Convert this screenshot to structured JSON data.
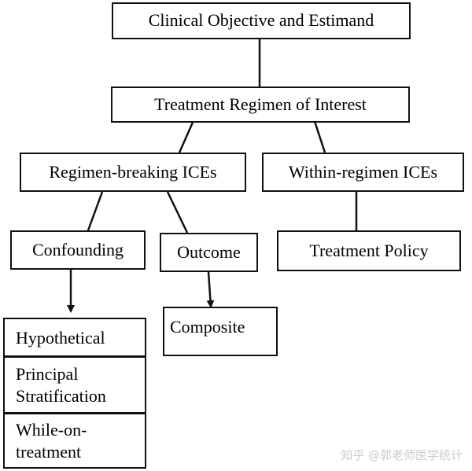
{
  "nodes": {
    "objective": "Clinical Objective and Estimand",
    "regimen": "Treatment Regimen of Interest",
    "breaking": "Regimen-breaking ICEs",
    "within": "Within-regimen ICEs",
    "confounding": "Confounding",
    "outcome": "Outcome",
    "treatment_policy": "Treatment Policy",
    "composite": "Composite"
  },
  "strategies": {
    "hypothetical": "Hypothetical",
    "principal_1": "Principal",
    "principal_2": "Stratification",
    "while_1": "While-on-",
    "while_2": "treatment"
  },
  "watermark": "知乎 @郭老师医学统计"
}
